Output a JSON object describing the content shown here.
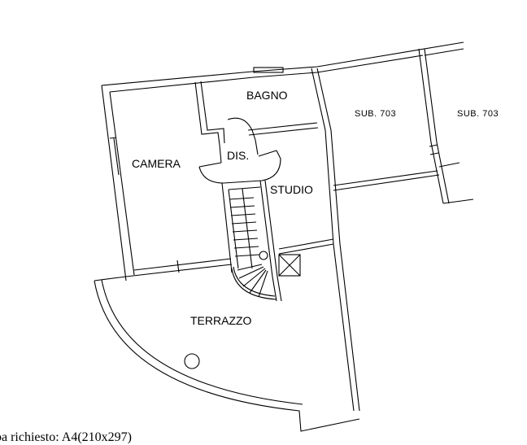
{
  "rooms": {
    "bagno": "BAGNO",
    "camera": "CAMERA",
    "dis": "DIS.",
    "studio": "STUDIO",
    "terrazzo": "TERRAZZO",
    "sub1": "SUB. 703",
    "sub2": "SUB. 703"
  },
  "footer": "pa richiesto: A4(210x297)"
}
